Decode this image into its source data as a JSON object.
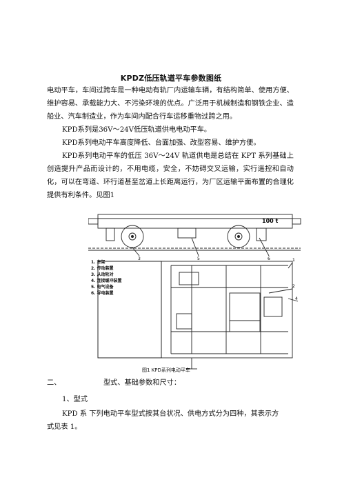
{
  "doc": {
    "title": "KPDZ低压轨道平车参数图纸",
    "p1": "电动平车，车间过跨车是一种电动有轨厂内运输车辆，有结构简单、使用方便、维护容易、承载能力大、不污染环境的优点。广泛用于机械制造和钢铁企业、造船业、汽车制造业，作为车间内配合行车运移重物过跨之用。",
    "p2": "KPD系列是36V～24V低压轨道供电电动平车。",
    "p3": "KPD系列电动平车高度降低、台面加强、改型容易、维护方便。",
    "p4": "KPD系列电动平车的低压 36V～24V 轨道供电是总结在 KPT 系列基础上创造提升产品而设计的，不用电缆，安全，不妨碍交叉运输，实行遥控和自动化，可以在弯道、环行道甚至岔道上长距离运行，为厂区运输平面布置的合理化提供有利条件。见图1"
  },
  "figure": {
    "load_label": "100 t",
    "callouts": [
      "3",
      "5",
      "6",
      "1",
      "2",
      "4"
    ],
    "legend": [
      "1. 车架",
      "2. 传动装置",
      "3. 从动轮对",
      "4. 连接缓冲装置",
      "5. 电气设备",
      "6. 导电装置"
    ],
    "caption": "图1  KPD系列电动平车"
  },
  "section": {
    "heading_num": "二、",
    "heading_text": "型式、基础参数和尺寸：",
    "sub_num": "1、型式",
    "body_line1": "KPD 系    下列电动平车型式按其台状况、供电方式分为四种，其表示方",
    "body_line2": "式见表 1。"
  }
}
